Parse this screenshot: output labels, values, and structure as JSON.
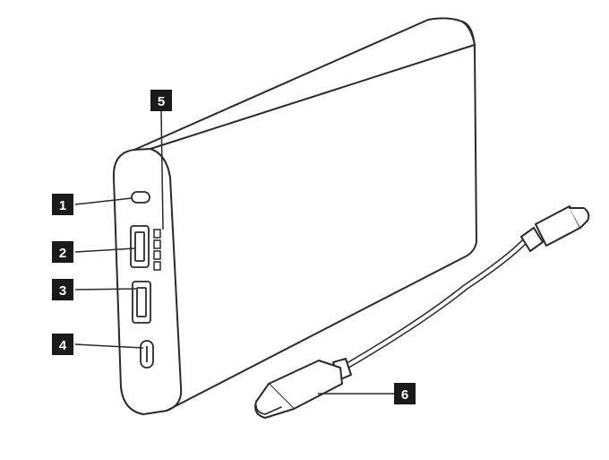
{
  "callouts": [
    {
      "label": "1",
      "part": "button"
    },
    {
      "label": "2",
      "part": "usb-a-port-1"
    },
    {
      "label": "3",
      "part": "usb-a-port-2"
    },
    {
      "label": "4",
      "part": "usb-c-port"
    },
    {
      "label": "5",
      "part": "led-indicators"
    },
    {
      "label": "6",
      "part": "usb-c-cable"
    }
  ],
  "colors": {
    "line": "#2a2a2a",
    "badge_fill": "#1a1a1a",
    "badge_text": "#ffffff",
    "background": "#ffffff"
  }
}
